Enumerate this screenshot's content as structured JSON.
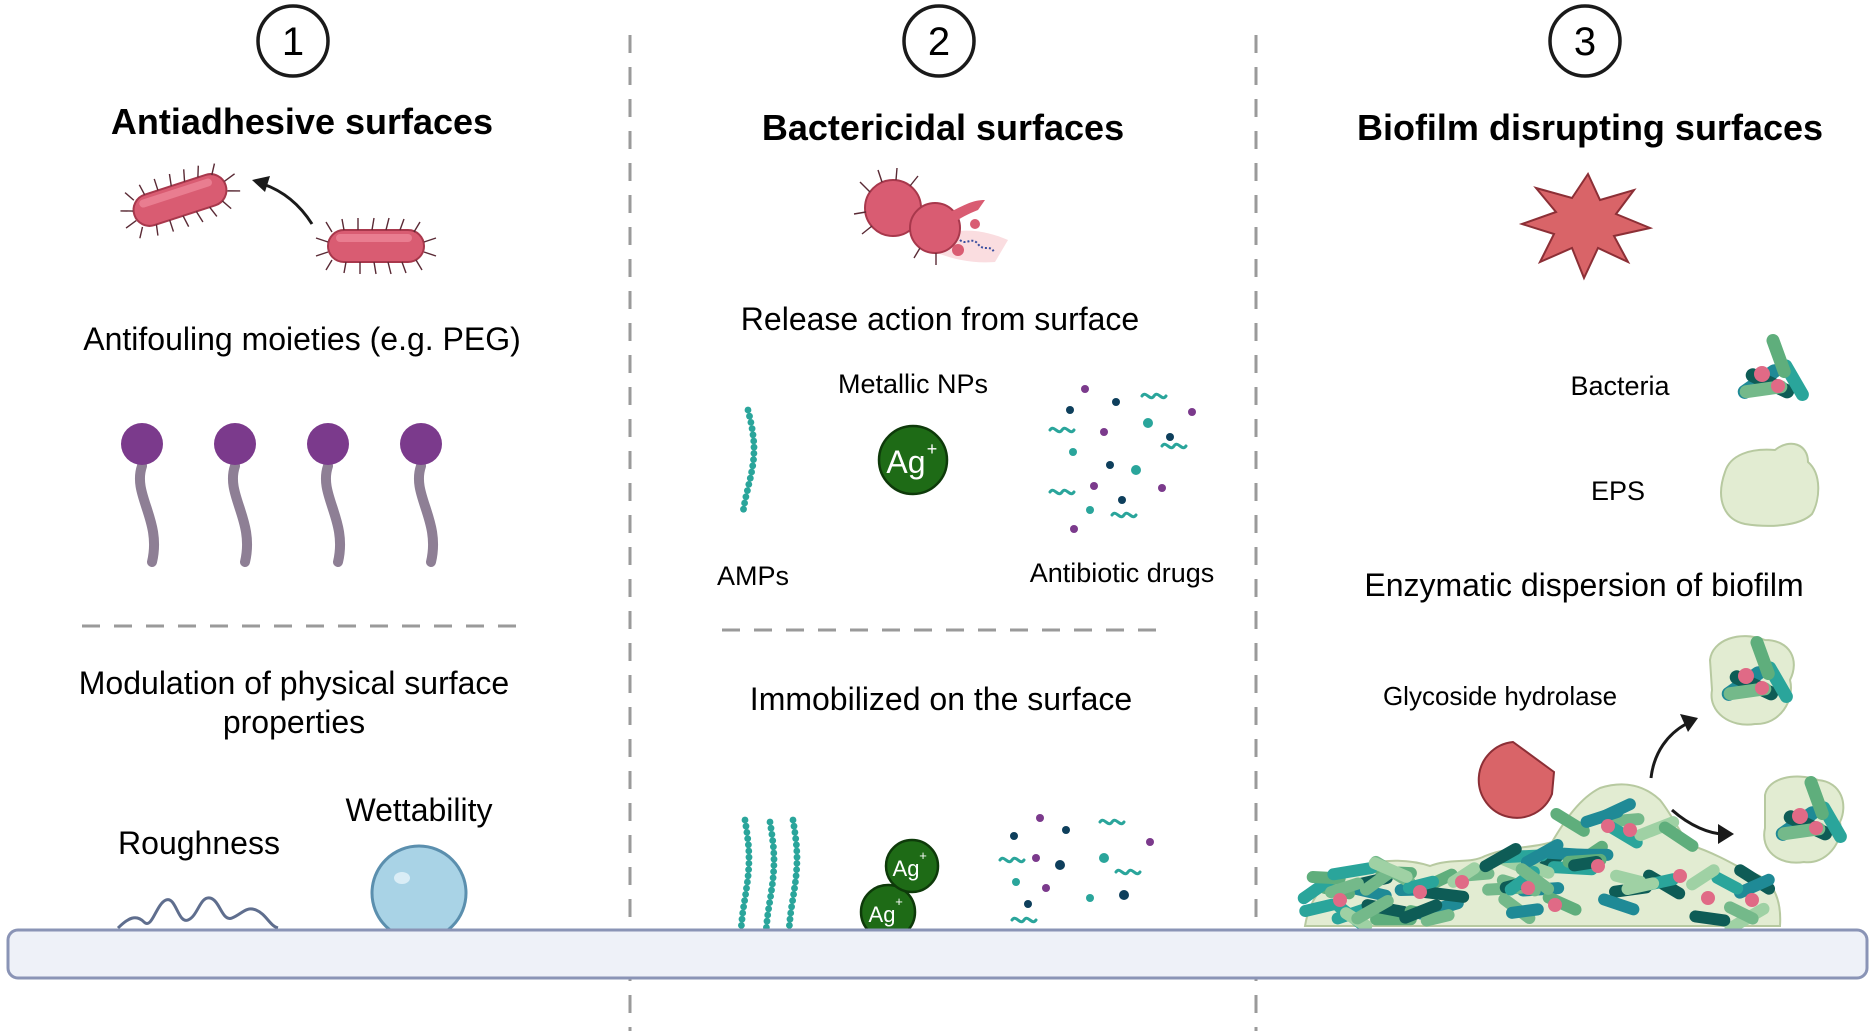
{
  "panels": [
    {
      "number": "1",
      "title": "Antiadhesive surfaces",
      "texts": {
        "antifouling": "Antifouling moieties (e.g. PEG)",
        "modulation_line1": "Modulation of physical surface",
        "modulation_line2": "properties",
        "roughness": "Roughness",
        "wettability": "Wettability"
      }
    },
    {
      "number": "2",
      "title": "Bactericidal surfaces",
      "texts": {
        "release": "Release action from surface",
        "metallic": "Metallic NPs",
        "ag": "Ag",
        "ag_sup": "+",
        "amps": "AMPs",
        "antibiotic": "Antibiotic drugs",
        "immobilized": "Immobilized on the surface"
      }
    },
    {
      "number": "3",
      "title": "Biofilm disrupting surfaces",
      "texts": {
        "bacteria": "Bacteria",
        "eps": "EPS",
        "enzymatic": "Enzymatic dispersion of biofilm",
        "glycoside": "Glycoside hydrolase"
      }
    }
  ],
  "icons": [
    "bacterium-icon",
    "arrow-icon",
    "peg-molecule-icon",
    "roughness-icon",
    "water-droplet-icon",
    "lysed-bacterium-icon",
    "amp-chain-icon",
    "silver-ion-icon",
    "antibiotic-drugs-icon",
    "burst-icon",
    "bacteria-cluster-icon",
    "eps-blob-icon",
    "enzyme-pacman-icon",
    "biofilm-icon",
    "surface-icon"
  ],
  "colors": {
    "bacterium": "#d95c72",
    "peg_head": "#7b3a8c",
    "peg_tail": "#8e7f95",
    "silver": "#1e6b16",
    "burst": "#d96468",
    "teal": "#2aa59b",
    "eps": "#e2ecd2",
    "surface": "#eef1f8",
    "surface_border": "#8a94b6",
    "divider": "#9a9a9a"
  }
}
